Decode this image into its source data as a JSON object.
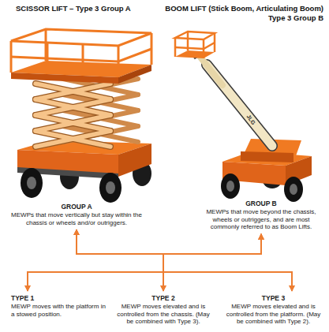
{
  "diagram": {
    "nodes": [
      {
        "text": [
          "GROUP A",
          "MEWPs that move vertically but stay within the chassis or wheels and/or outriggers."
        ]
      },
      {
        "text": [
          "GROUP B",
          "MEWPs that move beyond the chassis, wheels or outriggers, and are most commonly referred to as Boom Lifts."
        ]
      },
      {
        "text": [
          "TYPE 1",
          "MEWP moves with the platform in a stowed position."
        ]
      },
      {
        "text": [
          "TYPE 2",
          "MEWP moves elevated and is controlled from the chassis. (May be combined with Type 3)."
        ]
      },
      {
        "text": [
          "TYPE 3",
          "MEWP moves elevated and is controlled from the platform. (May be combined with Type 2)."
        ]
      }
    ],
    "edges": [
      {
        "from": 0,
        "to": 2,
        "arrow": "both"
      },
      {
        "from": 0,
        "to": 3,
        "arrow": "both"
      },
      {
        "from": 0,
        "to": 4,
        "arrow": "both"
      },
      {
        "from": 1,
        "to": 2,
        "arrow": "both"
      },
      {
        "from": 1,
        "to": 3,
        "arrow": "both"
      },
      {
        "from": 1,
        "to": 4,
        "arrow": "both"
      }
    ],
    "labels": [
      "SCISSOR LIFT – Type 3 Group A",
      "BOOM LIFT (Stick Boom, Articulating Boom)",
      "Type 3 Group B",
      "JLG"
    ]
  }
}
